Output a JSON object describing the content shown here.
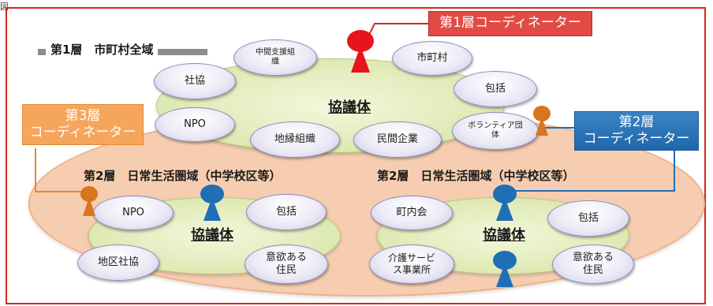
{
  "corner_text": "図",
  "layer1": {
    "heading": "第1層　市町村全域",
    "council": "協議体",
    "members": {
      "chukan": "中間支援組\n織",
      "shichoson": "市町村",
      "shakyo": "社協",
      "hokatsu": "包括",
      "npo": "NPO",
      "chien": "地縁組織",
      "minkan": "民間企業",
      "volunteer": "ボランティア団\n体"
    }
  },
  "coordinators": {
    "c1": "第1層コーディネーター",
    "c2": "第2層\nコーディネーター",
    "c3": "第3層\nコーディネーター"
  },
  "layer2_left": {
    "heading": "第2層　日常生活圏域（中学校区等）",
    "council": "協議体",
    "members": {
      "npo": "NPO",
      "hokatsu": "包括",
      "chiku": "地区社協",
      "iyoku": "意欲ある\n住民"
    }
  },
  "layer2_right": {
    "heading": "第2層　日常生活圏域（中学校区等）",
    "council": "協議体",
    "members": {
      "chonaikai": "町内会",
      "hokatsu": "包括",
      "kaigo": "介護サービ\nス事業所",
      "iyoku": "意欲ある\n住民"
    }
  },
  "colors": {
    "frame": "#d7261e",
    "person_red": "#e8141c",
    "person_blue": "#1f6fb5",
    "person_orange": "#d9741f"
  }
}
